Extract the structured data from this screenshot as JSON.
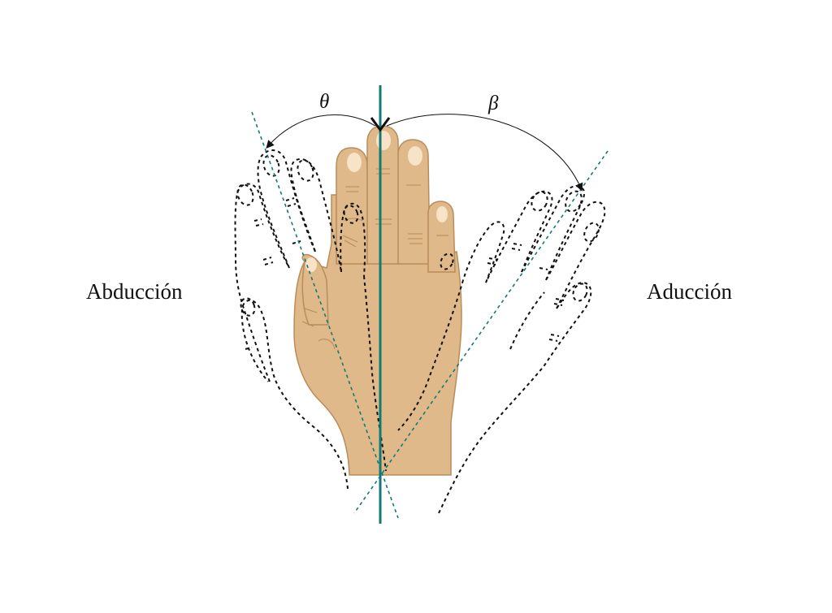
{
  "diagram": {
    "left_label": "Abducción",
    "right_label": "Aducción",
    "angle_left": "θ",
    "angle_right": "β"
  },
  "colors": {
    "skin": "#dfb98a",
    "skin_outline": "#b98c59",
    "nail": "#f6e3c8",
    "axis": "#137a73",
    "dashed_outline": "#111111",
    "background": "#ffffff"
  }
}
